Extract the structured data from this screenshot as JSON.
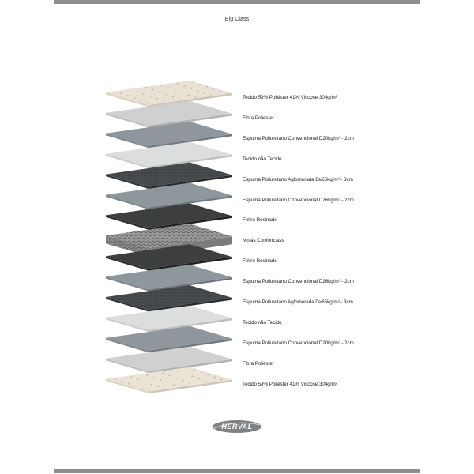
{
  "page": {
    "title": "Big Class"
  },
  "layers": [
    {
      "label": "Tecido 59% Poliéster 41% Viscose 304g/m²",
      "color": "#e9e1d3",
      "texture": "quilt"
    },
    {
      "label": "Fibra Poliéster",
      "color": "#cfd0d1",
      "texture": "plain"
    },
    {
      "label": "Espuma Poliuretano Convencional D20kg/m³ - 2cm",
      "color": "#8f979c",
      "texture": "plain"
    },
    {
      "label": "Tecido não Tecido",
      "color": "#dcdddd",
      "texture": "plain"
    },
    {
      "label": "Espuma Poliuretano Aglomerada D≥65kg/m³ - 3cm",
      "color": "#45484a",
      "texture": "speckle"
    },
    {
      "label": "Espuma Poliuretano Convencional D26kg/m³ - 2cm",
      "color": "#8e979c",
      "texture": "plain"
    },
    {
      "label": "Feltro Resinado",
      "color": "#3c3e40",
      "texture": "plain"
    },
    {
      "label": "Molas Confortclass",
      "color": "#9a9a9a",
      "texture": "springs"
    },
    {
      "label": "Feltro Resinado",
      "color": "#3c3e40",
      "texture": "plain"
    },
    {
      "label": "Espuma Poliuretano Convencional D26kg/m³ - 2cm",
      "color": "#8e979c",
      "texture": "plain"
    },
    {
      "label": "Espuma Poliuretano Aglomerada D≥65kg/m³ - 3cm",
      "color": "#45484a",
      "texture": "speckle"
    },
    {
      "label": "Tecido não Tecido",
      "color": "#dcdddd",
      "texture": "plain"
    },
    {
      "label": "Espuma Poliuretano Convencional D20kg/m³ - 2cm",
      "color": "#8f979c",
      "texture": "plain"
    },
    {
      "label": "Fibra Poliéster",
      "color": "#cfd0d1",
      "texture": "plain"
    },
    {
      "label": "Tecido 59% Poliéster 41% Viscose 304g/m²",
      "color": "#ebe4d6",
      "texture": "quilt"
    }
  ],
  "logo": {
    "text": "HERVAL",
    "color": "#7f8284"
  },
  "accent": {
    "bar": "#8e8e8e"
  }
}
